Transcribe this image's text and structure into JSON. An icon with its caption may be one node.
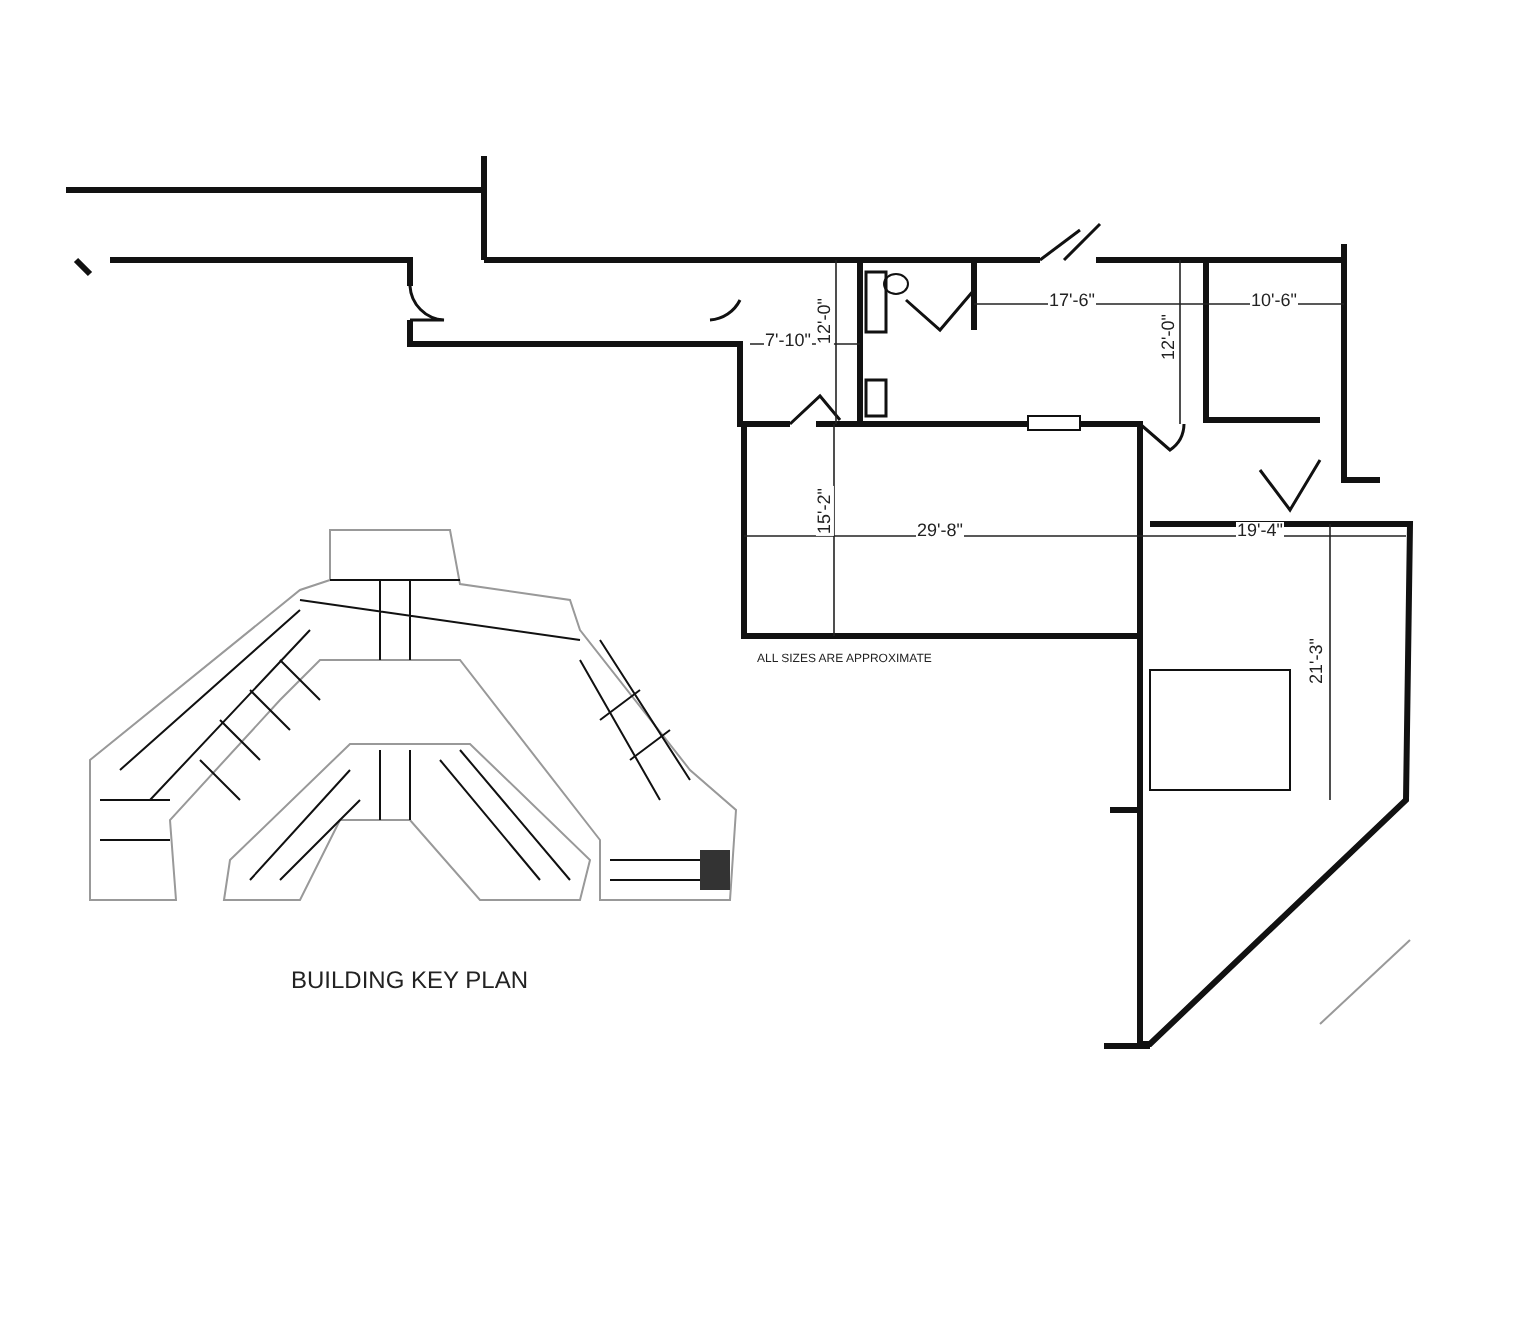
{
  "diagram": {
    "labels": [
      "12'-0\"",
      "17'-6\"",
      "10'-6\"",
      "7'-10\"",
      "12'-0\"",
      "15'-2\"",
      "29'-8\"",
      "19'-4\"",
      "ALL SIZES ARE APPROXIMATE",
      "21'-3\"",
      "BUILDING KEY PLAN"
    ]
  }
}
